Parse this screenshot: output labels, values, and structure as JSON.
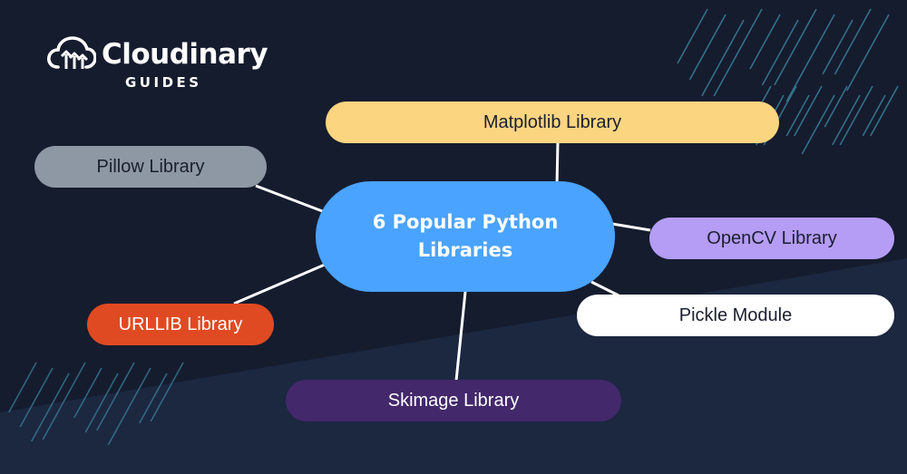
{
  "brand": {
    "name": "Cloudinary",
    "subtitle": "GUIDES"
  },
  "center": {
    "line1": "6 Popular Python",
    "line2": "Libraries",
    "color": "#4aa3ff"
  },
  "nodes": [
    {
      "id": "matplotlib",
      "label": "Matplotlib Library",
      "bg": "#fcd581",
      "fg": "#1a1f2e"
    },
    {
      "id": "pillow",
      "label": "Pillow Library",
      "bg": "#8e98a4",
      "fg": "#1a1f2e"
    },
    {
      "id": "opencv",
      "label": "OpenCV Library",
      "bg": "#b59cf5",
      "fg": "#1a1f2e"
    },
    {
      "id": "pickle",
      "label": "Pickle Module",
      "bg": "#ffffff",
      "fg": "#1a1f2e"
    },
    {
      "id": "urllib",
      "label": "URLLIB Library",
      "bg": "#e04a22",
      "fg": "#ffffff"
    },
    {
      "id": "skimage",
      "label": "Skimage Library",
      "bg": "#43286b",
      "fg": "#ffffff"
    }
  ],
  "colors": {
    "background": "#151c2e",
    "lower_band": "#1c2740",
    "stripe": "#3a7f9a",
    "connector": "#ffffff"
  },
  "icons": {
    "logo": "cloud-logo-icon"
  }
}
